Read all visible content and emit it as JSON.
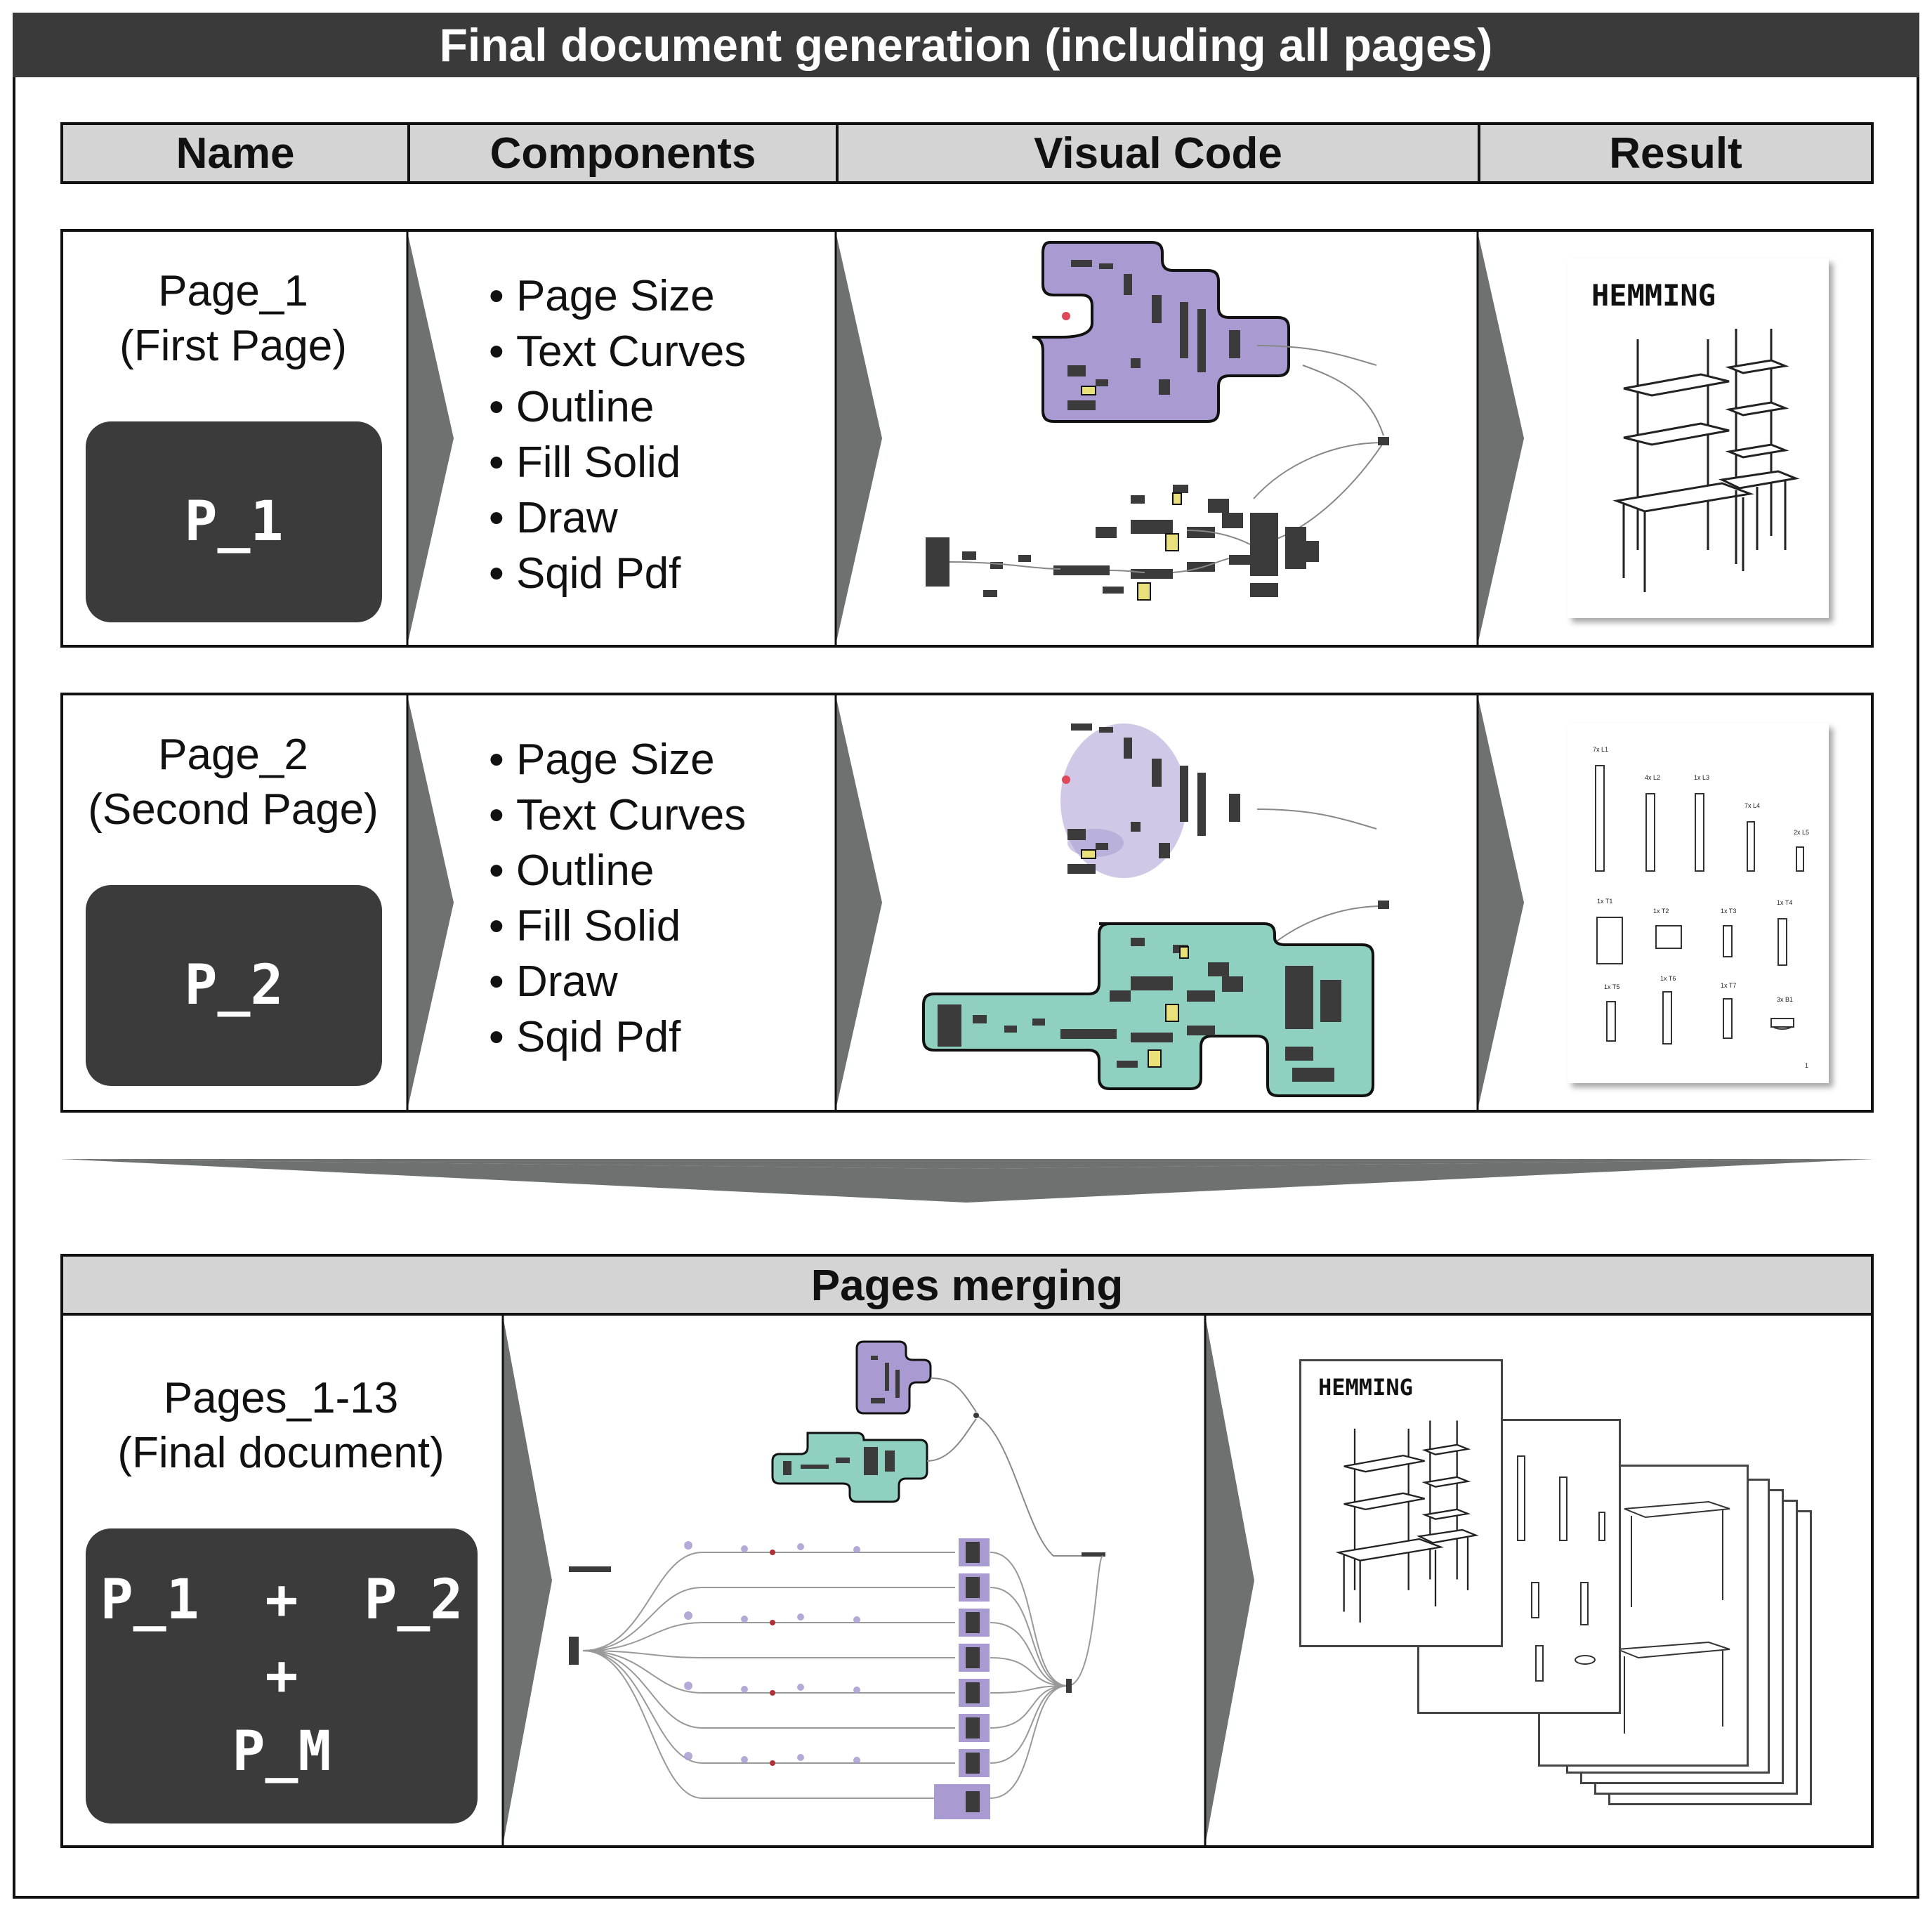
{
  "title": "Final document generation (including all pages)",
  "columns": [
    "Name",
    "Components",
    "Visual Code",
    "Result"
  ],
  "components": [
    "Page Size",
    "Text Curves",
    "Outline",
    "Fill Solid",
    "Draw",
    "Sqid Pdf"
  ],
  "pages": [
    {
      "name": "Page_1",
      "subtitle": "(First Page)",
      "code": "P_1",
      "result_heading": "HEMMING"
    },
    {
      "name": "Page_2",
      "subtitle": "(Second Page)",
      "code": "P_2",
      "result_labels": [
        "7x L1",
        "4x L2",
        "1x L3",
        "7x L4",
        "2x L5",
        "1x T1",
        "1x T2",
        "1x T3",
        "1x T4",
        "1x T5",
        "1x T6",
        "1x T7",
        "3x B1"
      ],
      "page_number": "1"
    }
  ],
  "merge": {
    "header": "Pages merging",
    "name": "Pages_1-13",
    "subtitle": "(Final document)",
    "code_line1": "P_1  +  P_2",
    "code_line2": "+",
    "code_line3": "P_M",
    "result_heading": "HEMMING"
  },
  "colors": {
    "purple_group": "#a99bd1",
    "teal_group": "#8fd0c0",
    "dark": "#3b3b3b",
    "header_gray": "#d4d4d4",
    "chevron_gray": "#6d716f"
  }
}
